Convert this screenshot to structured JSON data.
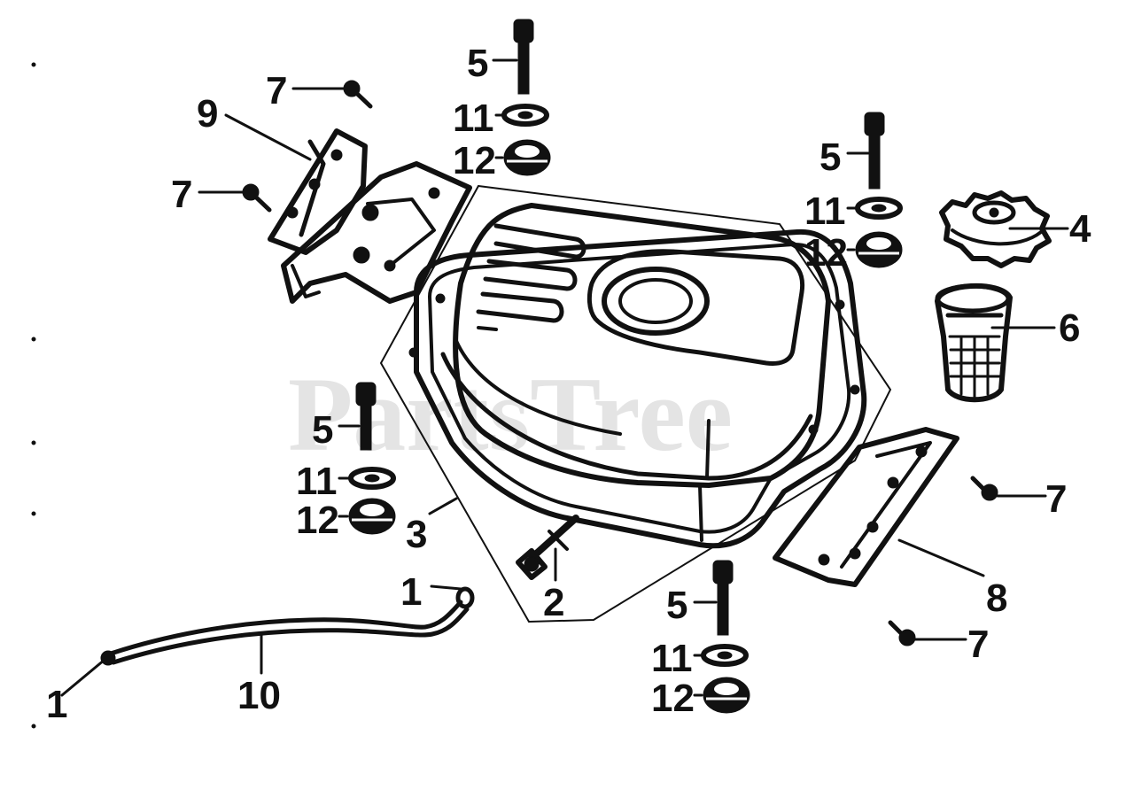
{
  "watermark": "PartsTree",
  "colors": {
    "ink": "#111111",
    "watermark": "#cfcfcf",
    "background": "#ffffff"
  },
  "callouts": {
    "c1a": "1",
    "c1b": "1",
    "c2": "2",
    "c3": "3",
    "c4": "4",
    "c5a": "5",
    "c5b": "5",
    "c5c": "5",
    "c5d": "5",
    "c6": "6",
    "c7a": "7",
    "c7b": "7",
    "c7c": "7",
    "c7d": "7",
    "c8": "8",
    "c9": "9",
    "c10": "10",
    "c11a": "11",
    "c11b": "11",
    "c11c": "11",
    "c11d": "11",
    "c12a": "12",
    "c12b": "12",
    "c12c": "12",
    "c12d": "12"
  }
}
